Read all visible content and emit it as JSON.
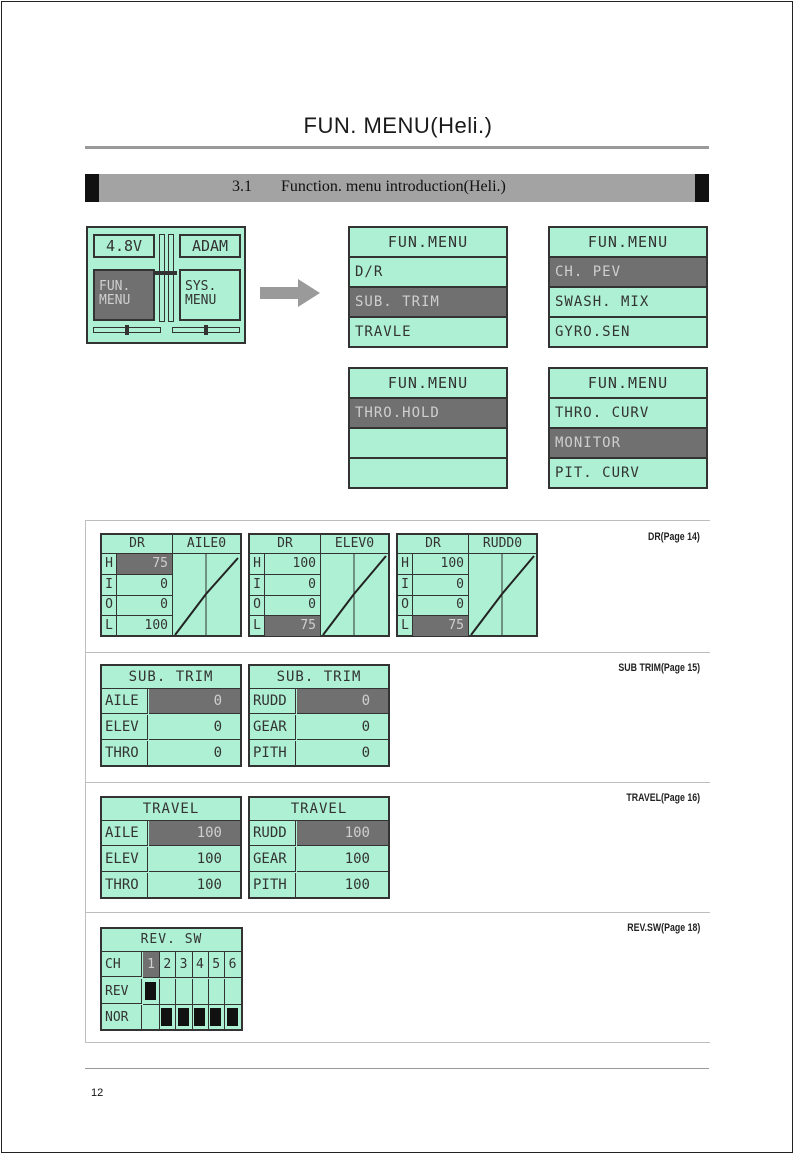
{
  "title": "FUN. MENU(Heli.)",
  "section": {
    "number": "3.1",
    "title": "Function. menu introduction(Heli.)"
  },
  "home_screen": {
    "voltage": "4.8V",
    "name": "ADAM",
    "fun_menu": "FUN.\nMENU",
    "sys_menu": "SYS.\nMENU"
  },
  "menu_screens": [
    {
      "head": "FUN.MENU",
      "items": [
        "D/R",
        "SUB. TRIM",
        "TRAVLE"
      ],
      "selected": 1
    },
    {
      "head": "FUN.MENU",
      "items": [
        "CH. PEV",
        "SWASH. MIX",
        "GYRO.SEN"
      ],
      "selected": 0
    },
    {
      "head": "FUN.MENU",
      "items": [
        "THRO.HOLD",
        "",
        ""
      ],
      "selected": 0
    },
    {
      "head": "FUN.MENU",
      "items": [
        "THRO. CURV",
        "MONITOR",
        "PIT. CURV"
      ],
      "selected": 1
    }
  ],
  "dr": {
    "ref": "DR(Page 14)",
    "screens": [
      {
        "label": "DR",
        "channel": "AILE0",
        "rows": [
          [
            "H",
            "75"
          ],
          [
            "I",
            "0"
          ],
          [
            "O",
            "0"
          ],
          [
            "L",
            "100"
          ]
        ],
        "selected": 0
      },
      {
        "label": "DR",
        "channel": "ELEV0",
        "rows": [
          [
            "H",
            "100"
          ],
          [
            "I",
            "0"
          ],
          [
            "O",
            "0"
          ],
          [
            "L",
            "75"
          ]
        ],
        "selected": 3
      },
      {
        "label": "DR",
        "channel": "RUDD0",
        "rows": [
          [
            "H",
            "100"
          ],
          [
            "I",
            "0"
          ],
          [
            "O",
            "0"
          ],
          [
            "L",
            "75"
          ]
        ],
        "selected": 3
      }
    ]
  },
  "subtrim": {
    "ref": "SUB TRIM(Page 15)",
    "screens": [
      {
        "head": "SUB. TRIM",
        "rows": [
          [
            "AILE",
            "0"
          ],
          [
            "ELEV",
            "0"
          ],
          [
            "THRO",
            "0"
          ]
        ],
        "selected": 0
      },
      {
        "head": "SUB. TRIM",
        "rows": [
          [
            "RUDD",
            "0"
          ],
          [
            "GEAR",
            "0"
          ],
          [
            "PITH",
            "0"
          ]
        ],
        "selected": 0
      }
    ]
  },
  "travel": {
    "ref": "TRAVEL(Page 16)",
    "screens": [
      {
        "head": "TRAVEL",
        "rows": [
          [
            "AILE",
            "100"
          ],
          [
            "ELEV",
            "100"
          ],
          [
            "THRO",
            "100"
          ]
        ],
        "selected": 0
      },
      {
        "head": "TRAVEL",
        "rows": [
          [
            "RUDD",
            "100"
          ],
          [
            "GEAR",
            "100"
          ],
          [
            "PITH",
            "100"
          ]
        ],
        "selected": 0
      }
    ]
  },
  "rev": {
    "ref": "REV.SW(Page 18)",
    "head": "REV. SW",
    "ch_label": "CH",
    "rev_label": "REV",
    "nor_label": "NOR",
    "channels": [
      "1",
      "2",
      "3",
      "4",
      "5",
      "6"
    ],
    "reversed": [
      true,
      false,
      false,
      false,
      false,
      false
    ]
  },
  "page_number": "12",
  "colors": {
    "lcd": "#aef0d3",
    "selected": "#707070"
  }
}
